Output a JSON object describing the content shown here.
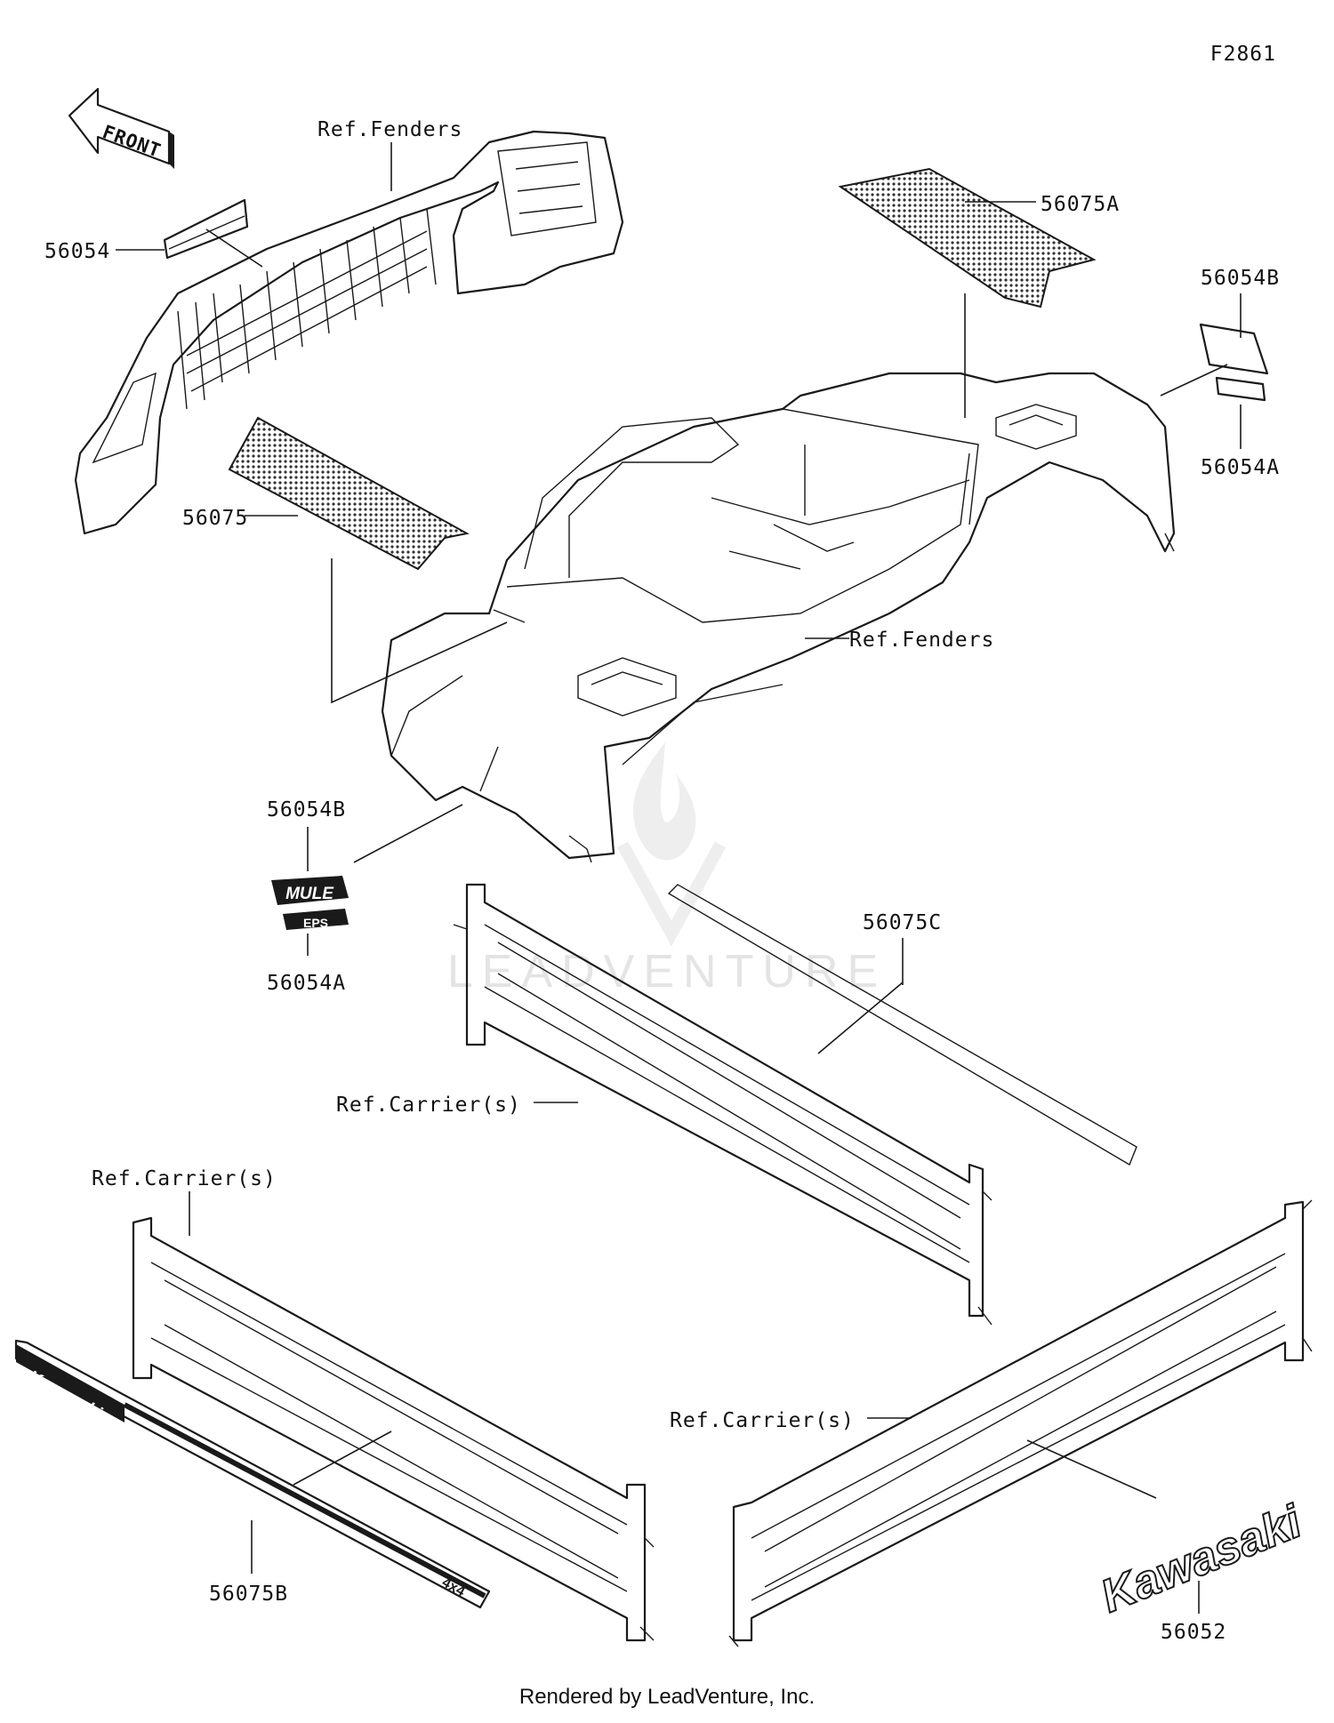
{
  "figure_id": "F2861",
  "front_arrow": "FRONT",
  "watermark": "LEADVENTURE",
  "footer": "Rendered by LeadVenture, Inc.",
  "labels": {
    "p56054": "56054",
    "ref_fenders_top": "Ref.Fenders",
    "p56075A": "56075A",
    "p56054B_right": "56054B",
    "p56054A_right": "56054A",
    "p56075": "56075",
    "ref_fenders_mid": "Ref.Fenders",
    "p56054B_left": "56054B",
    "p56054A_left": "56054A",
    "p56075C": "56075C",
    "ref_carriers_mid": "Ref.Carrier(s)",
    "ref_carriers_left": "Ref.Carrier(s)",
    "p56075B": "56075B",
    "ref_carriers_right": "Ref.Carrier(s)",
    "p56052": "56052"
  },
  "decals": {
    "mule": "MULE",
    "eps": "EPS",
    "kawasaki": "Kawasaki",
    "fourxfour": "4x4"
  }
}
